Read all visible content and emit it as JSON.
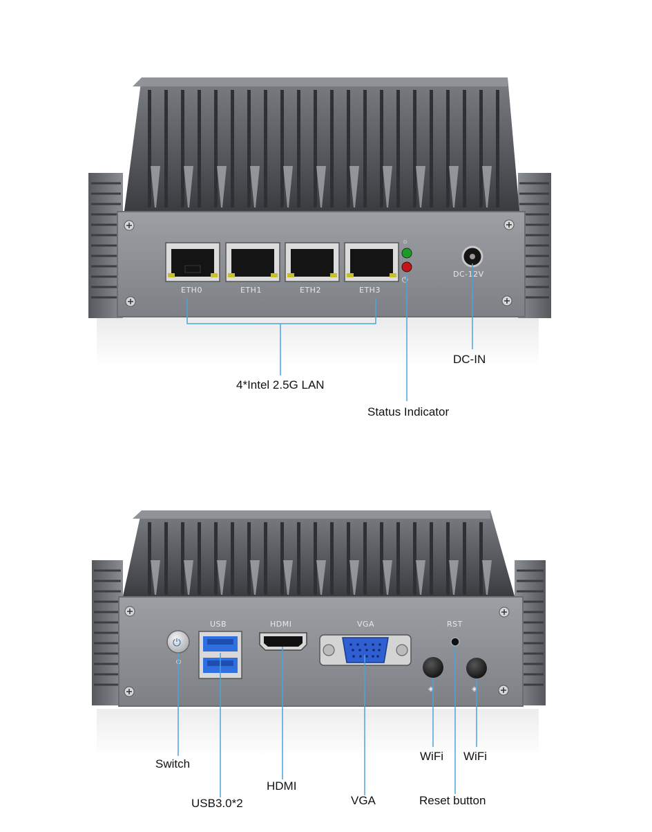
{
  "front_view": {
    "port_labels": [
      "ETH0",
      "ETH1",
      "ETH2",
      "ETH3"
    ],
    "power_label": "DC-12V",
    "callouts": {
      "lan": "4*Intel 2.5G LAN",
      "status": "Status Indicator",
      "dc_in": "DC-IN"
    }
  },
  "rear_view": {
    "port_labels": {
      "usb": "USB",
      "hdmi": "HDMI",
      "vga": "VGA",
      "rst": "RST"
    },
    "callouts": {
      "switch": "Switch",
      "usb": "USB3.0*2",
      "hdmi": "HDMI",
      "vga": "VGA",
      "wifi1": "WiFi",
      "wifi2": "WiFi",
      "reset": "Reset button"
    }
  },
  "colors": {
    "callout_line": "#4aa3df",
    "panel": "#8c8f94",
    "heatsink": "#5a5d63",
    "vga_port": "#2f5fd0",
    "usb_port": "#2f6fe0",
    "led_green": "#1f9a2a",
    "led_red": "#c01818"
  }
}
